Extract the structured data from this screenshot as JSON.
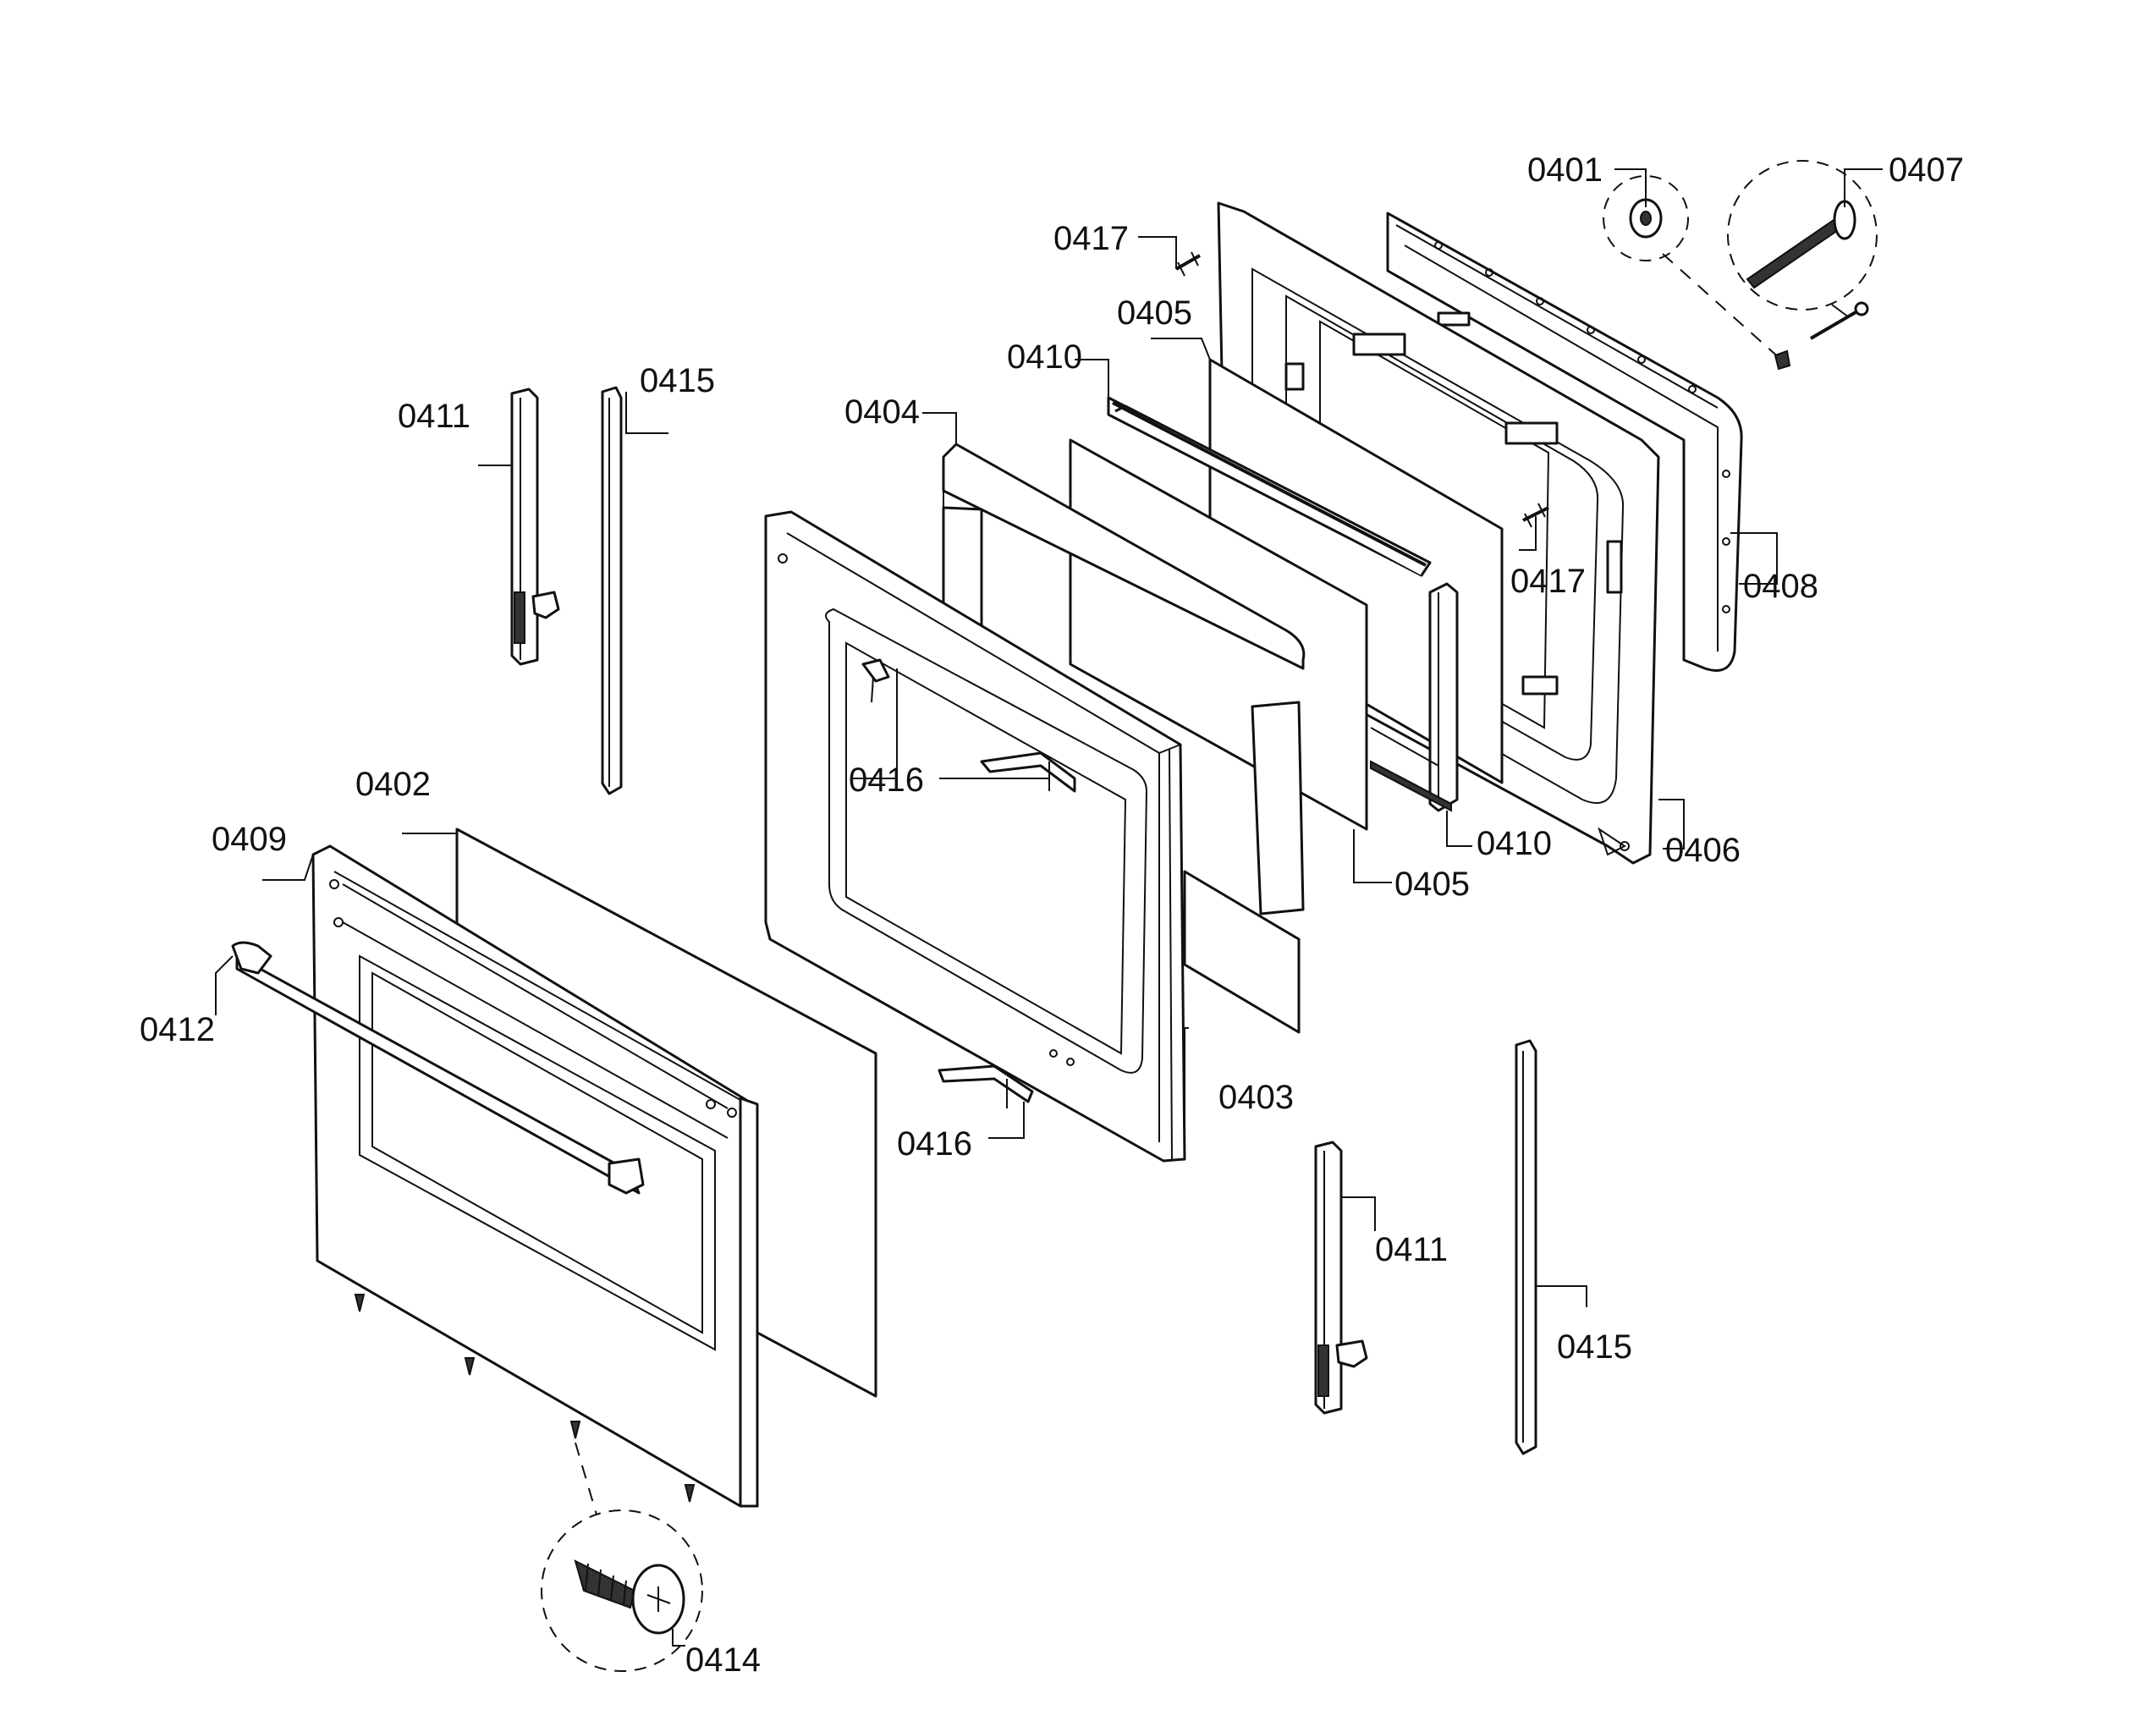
{
  "labels": {
    "l0401": "0401",
    "l0402": "0402",
    "l0403": "0403",
    "l0404": "0404",
    "l0405a": "0405",
    "l0405b": "0405",
    "l0406": "0406",
    "l0407": "0407",
    "l0408": "0408",
    "l0409": "0409",
    "l0410a": "0410",
    "l0410b": "0410",
    "l0411a": "0411",
    "l0411b": "0411",
    "l0412": "0412",
    "l0414": "0414",
    "l0415a": "0415",
    "l0415b": "0415",
    "l0416a": "0416",
    "l0416b": "0416",
    "l0417a": "0417",
    "l0417b": "0417"
  }
}
